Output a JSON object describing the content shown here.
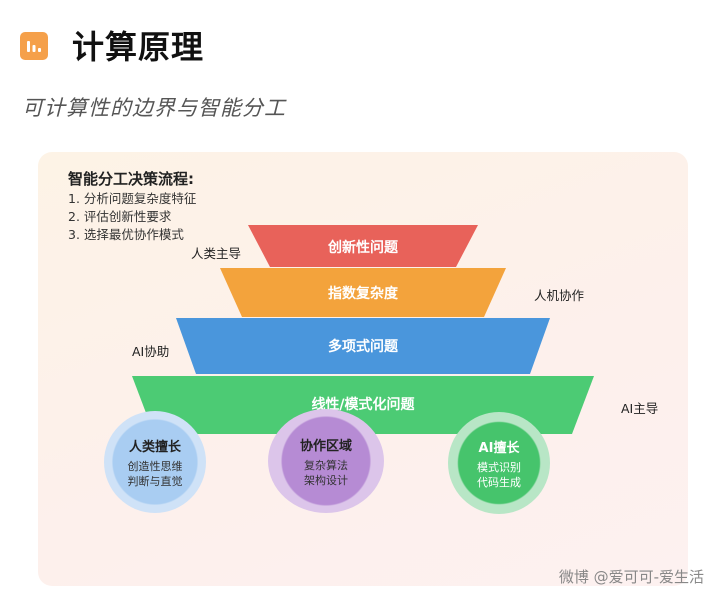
{
  "header": {
    "icon": "bar-chart-icon",
    "title": "计算原理",
    "subtitle": "可计算性的边界与智能分工"
  },
  "flow": {
    "title": "智能分工决策流程:",
    "steps": [
      "1. 分析问题复杂度特征",
      "2. 评估创新性要求",
      "3. 选择最优协作模式"
    ]
  },
  "layers": [
    {
      "label": "创新性问题",
      "color": "#e8625a"
    },
    {
      "label": "指数复杂度",
      "color": "#f3a33c"
    },
    {
      "label": "多项式问题",
      "color": "#4a96dc"
    },
    {
      "label": "线性/模式化问题",
      "color": "#4ccb74"
    }
  ],
  "side_labels": {
    "human_lead": "人类主导",
    "human_machine": "人机协作",
    "ai_assist": "AI协助",
    "ai_lead": "AI主导"
  },
  "bubbles": [
    {
      "title": "人类擅长",
      "lines": [
        "创造性思维",
        "判断与直觉"
      ]
    },
    {
      "title": "协作区域",
      "lines": [
        "复杂算法",
        "架构设计"
      ]
    },
    {
      "title": "AI擅长",
      "lines": [
        "模式识别",
        "代码生成"
      ]
    }
  ],
  "watermark": "微博 @爱可可-爱生活",
  "colors": {
    "accent": "#f5a04a"
  }
}
